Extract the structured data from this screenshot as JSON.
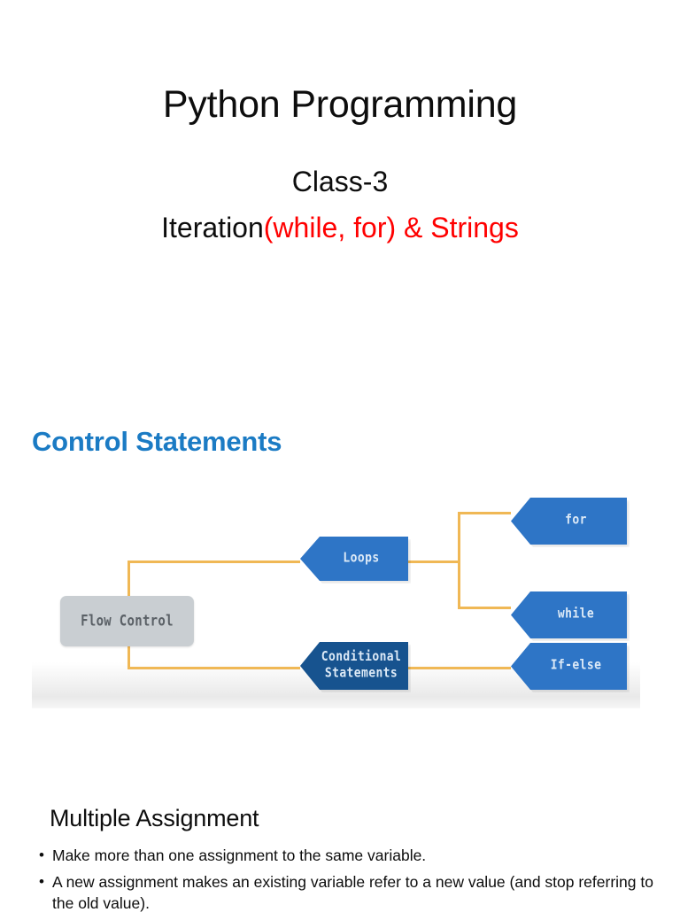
{
  "slide": {
    "title": "Python Programming",
    "class_label": "Class-3",
    "topic_prefix": "Iteration",
    "topic_accent": "(while, for)",
    "topic_suffix": " & Strings",
    "accent_color": "#ff0000"
  },
  "picture": {
    "heading": "Control Statements",
    "heading_color": "#1b7bc4",
    "connector_color": "#f0b855",
    "node_light_color": "#2e75c6",
    "node_dark_color": "#17538f",
    "start_node_color": "#c9ced2",
    "nodes": {
      "start": "Flow Control",
      "loops": "Loops",
      "conditional_line1": "Conditional",
      "conditional_line2": "Statements",
      "for": "for",
      "while": "while",
      "ifelse": "If-else"
    }
  },
  "diagram_data": {
    "type": "flowchart",
    "root": "Flow Control",
    "branches": [
      {
        "name": "Loops",
        "children": [
          "for",
          "while"
        ]
      },
      {
        "name": "Conditional Statements",
        "children": [
          "If-else"
        ]
      }
    ]
  },
  "content": {
    "section_heading": "Multiple Assignment",
    "bullets": [
      "Make more than one assignment to the same variable.",
      " A new assignment makes an existing variable refer to a new value (and stop referring to the old value)."
    ],
    "bullet_marker": "•"
  }
}
